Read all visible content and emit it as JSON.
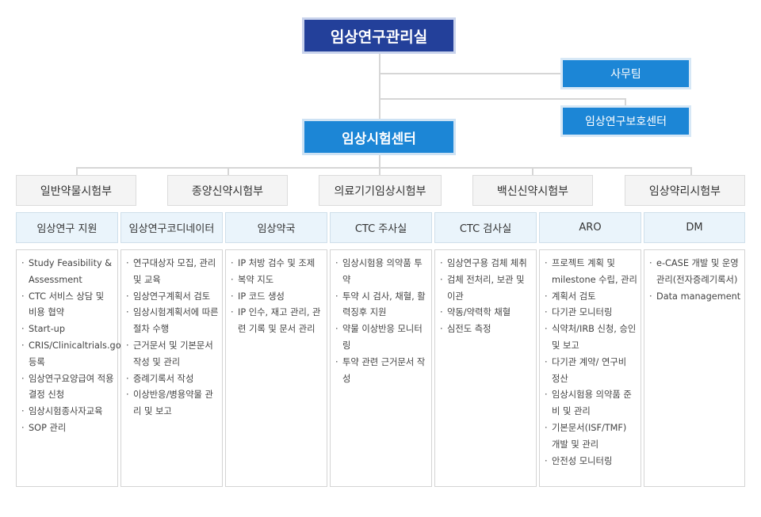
{
  "top": "임상연구관리실",
  "side_units": [
    "사무팀",
    "임상연구보호센터"
  ],
  "center": "임상시험센터",
  "departments": [
    "일반약물시험부",
    "종양신약시험부",
    "의료기기임상시험부",
    "백신신약시험부",
    "임상약리시험부"
  ],
  "units": [
    {
      "name": "임상연구 지원",
      "tasks": [
        "Study Feasibility & Assessment",
        "CTC 서비스 상담 및 비용 협약",
        "Start-up",
        "CRIS/Clinicaltrials.gov 등록",
        "임상연구요양급여 적용 결정 신청",
        "임상시험종사자교육",
        "SOP 관리"
      ]
    },
    {
      "name": "임상연구코디네이터",
      "tasks": [
        "연구대상자 모집, 관리 및 교육",
        "임상연구계획서 검토",
        "임상시험계획서에 따른 절차 수행",
        "근거문서 및 기본문서 작성 및 관리",
        "증례기록서 작성",
        "이상반응/병용약물 관리 및 보고"
      ]
    },
    {
      "name": "임상약국",
      "tasks": [
        "IP 처방 검수 및 조제",
        "복약 지도",
        "IP 코드 생성",
        "IP 인수, 재고 관리, 관련 기록 및 문서 관리"
      ]
    },
    {
      "name": "CTC 주사실",
      "tasks": [
        "임상시험용 의약품 투약",
        "투약 시 검사, 채혈, 활력징후 지원",
        "약물 이상반응 모니터링",
        "투약 관련 근거문서 작성"
      ]
    },
    {
      "name": "CTC 검사실",
      "tasks": [
        "임상연구용 검체 체취",
        "검체 전처리, 보관 및 이관",
        "약동/약력학 채혈",
        "심전도 측정"
      ]
    },
    {
      "name": "ARO",
      "tasks": [
        "프로젝트 계획 및 milestone 수립, 관리",
        "계획서 검토",
        "다기관 모니터링",
        "식약처/IRB 신청, 승인 및 보고",
        "다기관 계약/ 연구비 정산",
        "임상시험용 의약품 준비 및 관리",
        "기본문서(ISF/TMF) 개발 및 관리",
        "안전성 모니터링"
      ]
    },
    {
      "name": "DM",
      "tasks": [
        "e-CASE 개발 및 운영 관리(전자증례기록서)",
        "Data management"
      ]
    }
  ]
}
